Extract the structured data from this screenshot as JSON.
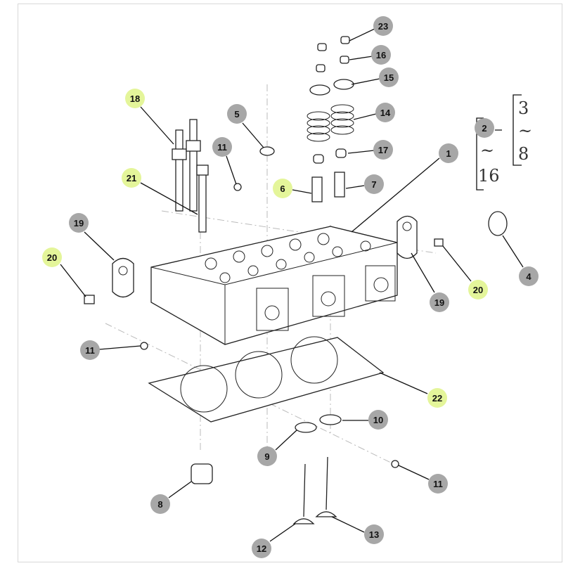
{
  "callouts": [
    {
      "label": "23",
      "highlighted": false
    },
    {
      "label": "16",
      "highlighted": false
    },
    {
      "label": "15",
      "highlighted": false
    },
    {
      "label": "14",
      "highlighted": false
    },
    {
      "label": "17",
      "highlighted": false
    },
    {
      "label": "7",
      "highlighted": false
    },
    {
      "label": "6",
      "highlighted": true
    },
    {
      "label": "5",
      "highlighted": false
    },
    {
      "label": "18",
      "highlighted": true
    },
    {
      "label": "11",
      "highlighted": false
    },
    {
      "label": "21",
      "highlighted": true
    },
    {
      "label": "19",
      "highlighted": false
    },
    {
      "label": "20",
      "highlighted": true
    },
    {
      "label": "1",
      "highlighted": false
    },
    {
      "label": "2",
      "highlighted": false
    },
    {
      "label": "4",
      "highlighted": false
    },
    {
      "label": "20",
      "highlighted": true
    },
    {
      "label": "19",
      "highlighted": false
    },
    {
      "label": "11",
      "highlighted": false
    },
    {
      "label": "22",
      "highlighted": true
    },
    {
      "label": "10",
      "highlighted": false
    },
    {
      "label": "9",
      "highlighted": false
    },
    {
      "label": "11",
      "highlighted": false
    },
    {
      "label": "8",
      "highlighted": false
    },
    {
      "label": "12",
      "highlighted": false
    },
    {
      "label": "13",
      "highlighted": false
    }
  ],
  "range_group": {
    "from": "2",
    "tilde": "~",
    "to": "16",
    "sub_from": "3",
    "sub_tilde": "~",
    "sub_to": "8"
  },
  "colors": {
    "highlight": "#e4f59a",
    "callout": "#a7a7a7"
  }
}
